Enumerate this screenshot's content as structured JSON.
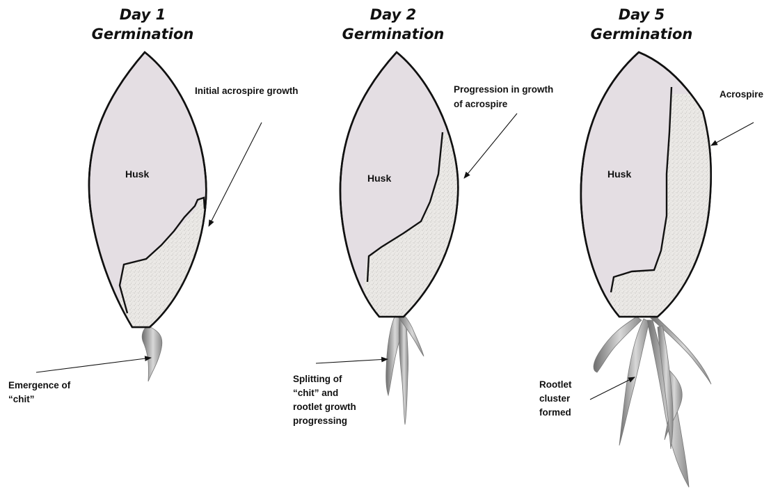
{
  "stages": [
    {
      "title_line1": "Day 1",
      "title_line2": "Germination",
      "husk_label": "Husk",
      "annotations": [
        {
          "lines": [
            "Initial acrospire growth"
          ]
        },
        {
          "lines": [
            "Emergence of",
            "“chit”"
          ]
        }
      ]
    },
    {
      "title_line1": "Day 2",
      "title_line2": "Germination",
      "husk_label": "Husk",
      "annotations": [
        {
          "lines": [
            "Progression in growth",
            "of  acrospire"
          ]
        },
        {
          "lines": [
            "Splitting of",
            "“chit” and",
            "rootlet growth",
            "progressing"
          ]
        }
      ]
    },
    {
      "title_line1": "Day 5",
      "title_line2": "Germination",
      "husk_label": "Husk",
      "annotations": [
        {
          "lines": [
            "Acrospire"
          ]
        },
        {
          "lines": [
            "Rootlet",
            "cluster",
            "formed"
          ]
        }
      ]
    }
  ],
  "colors": {
    "husk_fill": "#e4dee3",
    "acrospire_fill": "#ebe9e6",
    "rootlet_light": "#d8d8d8",
    "rootlet_dark": "#6e6e6e",
    "outline": "#111111"
  }
}
